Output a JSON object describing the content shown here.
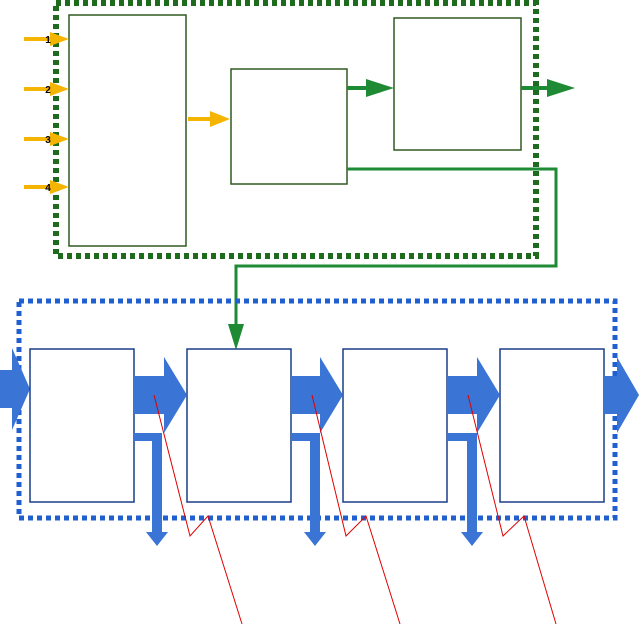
{
  "colors": {
    "background": "#ffffff",
    "dark_green": "#1e6b1e",
    "box_green": "#2e5a20",
    "green_arrow": "#1e8a34",
    "orange": "#f5b400",
    "blue_dash": "#1f5fd0",
    "blue_arrow": "#3a74d4",
    "box_blue": "#1a3d8a",
    "red_line": "#e00000"
  },
  "input_arrows": [
    {
      "label": "1"
    },
    {
      "label": "2"
    },
    {
      "label": "3"
    },
    {
      "label": "4"
    }
  ]
}
